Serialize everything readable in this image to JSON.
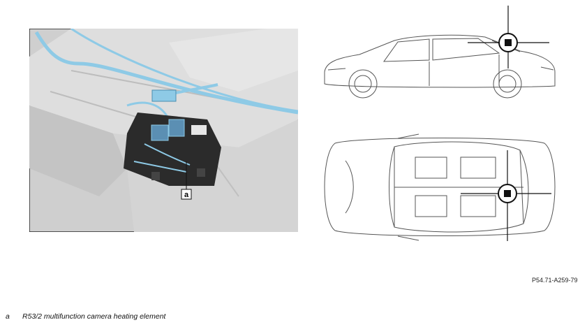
{
  "callout_label": "a",
  "figure_id": "P54.71-A259-79",
  "legend": [
    {
      "key": "a",
      "text": "R53/2 multifunction camera heating element"
    }
  ],
  "colors": {
    "cable": "#8ecae6",
    "panel": "#d6d6d6",
    "component": "#2b2b2b",
    "outline": "#555555"
  }
}
